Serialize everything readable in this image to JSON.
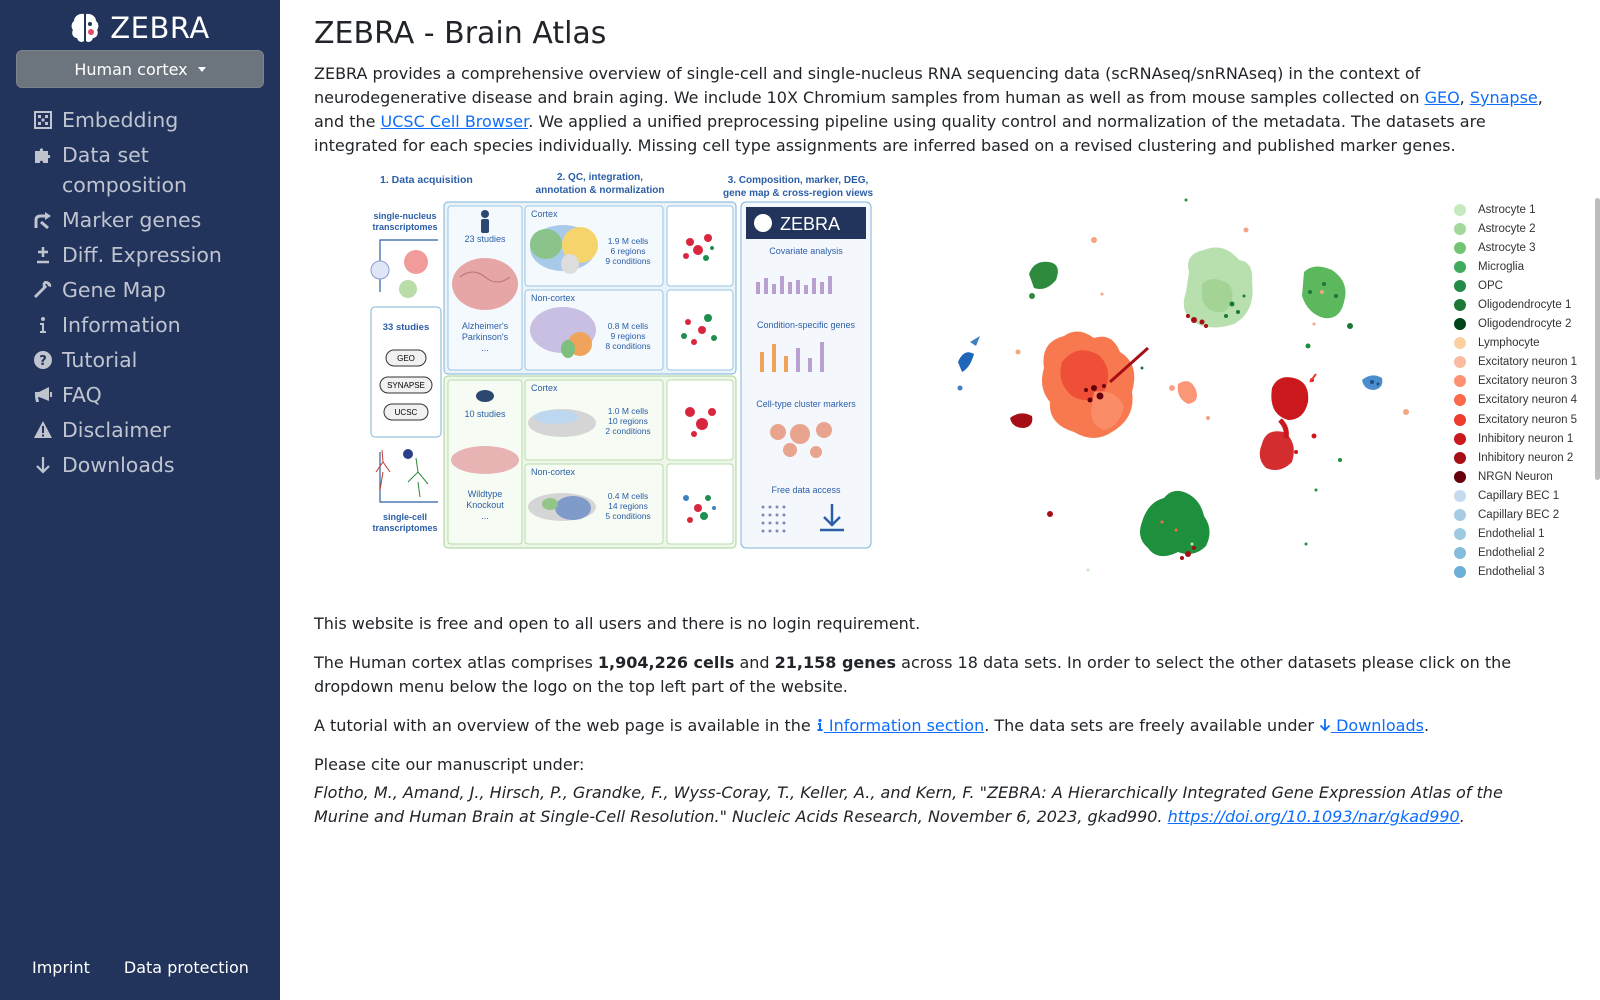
{
  "brand": {
    "name": "ZEBRA"
  },
  "dataset_dropdown": {
    "selected": "Human cortex"
  },
  "nav": [
    {
      "id": "embedding",
      "label": "Embedding",
      "icon": "grid-icon"
    },
    {
      "id": "composition",
      "label": "Data set composition",
      "icon": "puzzle-icon"
    },
    {
      "id": "marker",
      "label": "Marker genes",
      "icon": "arrow-split-icon"
    },
    {
      "id": "diffexp",
      "label": "Diff. Expression",
      "icon": "plus-minus-icon"
    },
    {
      "id": "genemap",
      "label": "Gene Map",
      "icon": "wrench-icon"
    },
    {
      "id": "information",
      "label": "Information",
      "icon": "info-icon"
    },
    {
      "id": "tutorial",
      "label": "Tutorial",
      "icon": "question-icon"
    },
    {
      "id": "faq",
      "label": "FAQ",
      "icon": "megaphone-icon"
    },
    {
      "id": "disclaimer",
      "label": "Disclaimer",
      "icon": "warning-icon"
    },
    {
      "id": "downloads",
      "label": "Downloads",
      "icon": "arrow-down-icon"
    }
  ],
  "footer": {
    "imprint": "Imprint",
    "data_protection": "Data protection"
  },
  "page": {
    "title": "ZEBRA - Brain Atlas",
    "intro_1": "ZEBRA provides a comprehensive overview of single-cell and single-nucleus RNA sequencing data (scRNAseq/snRNAseq) in the context of neurodegenerative disease and brain aging. We include 10X Chromium samples from human as well as from mouse samples collected on ",
    "link_geo": "GEO",
    "sep_comma": ", ",
    "link_synapse": "Synapse",
    "intro_2": ", and the ",
    "link_ucsc": "UCSC Cell Browser",
    "intro_3": ". We applied a unified preprocessing pipeline using quality control and normalization of the metadata. The datasets are integrated for each species individually. Missing cell type assignments are inferred based on a revised clustering and published marker genes.",
    "free_text": "This website is free and open to all users and there is no login requirement.",
    "atlas_pre": "The Human cortex atlas comprises ",
    "atlas_cells": "1,904,226 cells",
    "atlas_and": " and ",
    "atlas_genes": "21,158 genes",
    "atlas_post": " across 18 data sets. In order to select the other datasets please click on the dropdown menu below the logo on the top left part of the website.",
    "tutorial_pre": "A tutorial with an overview of the web page is available in the ",
    "tutorial_link": " Information section",
    "tutorial_mid": ". The data sets are freely available under ",
    "downloads_link": " Downloads",
    "tutorial_end": ".",
    "cite_label": "Please cite our manuscript under:",
    "citation": "Flotho, M., Amand, J., Hirsch, P., Grandke, F., Wyss-Coray, T., Keller, A., and Kern, F. \"ZEBRA: A Hierarchically Integrated Gene Expression Atlas of the Murine and Human Brain at Single-Cell Resolution.\" Nucleic Acids Research, November 6, 2023, gkad990. ",
    "citation_doi": "https://doi.org/10.1093/nar/gkad990",
    "citation_end": "."
  },
  "overview_figure": {
    "step1": "1.  Data acquisition",
    "step2a": "2. QC, integration,",
    "step2b": "annotation & normalization",
    "step3a": "3. Composition, marker, DEG,",
    "step3b": "gene map & cross-region views",
    "sn_label_a": "single-nucleus",
    "sn_label_b": "transcriptomes",
    "sc_label_a": "single-cell",
    "sc_label_b": "transcriptomes",
    "total_studies": "33 studies",
    "sources": [
      "GEO",
      "SYNAPSE",
      "UCSC"
    ],
    "human_studies": "23 studies",
    "human_diseases": [
      "Alzheimer's",
      "Parkinson's",
      "..."
    ],
    "mouse_studies": "10 studies",
    "mouse_models": [
      "Wildtype",
      "Knockout",
      "..."
    ],
    "cortex": "Cortex",
    "noncortex": "Non-cortex",
    "stats": [
      [
        "1.9 M cells",
        "6 regions",
        "9 conditions"
      ],
      [
        "0.8 M cells",
        "9 regions",
        "8 conditions"
      ],
      [
        "1.0 M cells",
        "10 regions",
        "2 conditions"
      ],
      [
        "0.4 M cells",
        "14 regions",
        "5 conditions"
      ]
    ],
    "zebra": "ZEBRA",
    "panels": [
      "Covariate analysis",
      "Condition-specific genes",
      "Cell-type cluster markers",
      "Free data access"
    ]
  },
  "legend": [
    {
      "label": "Astrocyte 1",
      "color": "#c7e9c0"
    },
    {
      "label": "Astrocyte 2",
      "color": "#a1d99b"
    },
    {
      "label": "Astrocyte 3",
      "color": "#74c476"
    },
    {
      "label": "Microglia",
      "color": "#41ab5d"
    },
    {
      "label": "OPC",
      "color": "#238b45"
    },
    {
      "label": "Oligodendrocyte 1",
      "color": "#1b7837"
    },
    {
      "label": "Oligodendrocyte 2",
      "color": "#00441b"
    },
    {
      "label": "Lymphocyte",
      "color": "#fdd0a2"
    },
    {
      "label": "Excitatory neuron 1",
      "color": "#fcbba1"
    },
    {
      "label": "Excitatory neuron 3",
      "color": "#fc9272"
    },
    {
      "label": "Excitatory neuron 4",
      "color": "#fb6a4a"
    },
    {
      "label": "Excitatory neuron 5",
      "color": "#ef3b2c"
    },
    {
      "label": "Inhibitory neuron 1",
      "color": "#cb181d"
    },
    {
      "label": "Inhibitory neuron 2",
      "color": "#a50f15"
    },
    {
      "label": "NRGN Neuron",
      "color": "#67000d"
    },
    {
      "label": "Capillary BEC 1",
      "color": "#c6dbef"
    },
    {
      "label": "Capillary BEC 2",
      "color": "#a6cbe3"
    },
    {
      "label": "Endothelial 1",
      "color": "#9ecae1"
    },
    {
      "label": "Endothelial 2",
      "color": "#85bcdb"
    },
    {
      "label": "Endothelial 3",
      "color": "#6baed6"
    },
    {
      "label": "",
      "color": "#4292c6"
    }
  ],
  "colors": {
    "sidebar": "#22345c",
    "link": "#0d6efd",
    "dropdown": "#6c757d"
  }
}
